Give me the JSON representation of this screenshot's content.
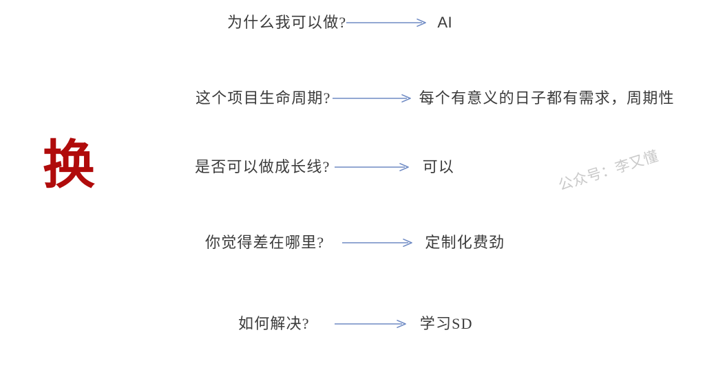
{
  "slide": {
    "background_color": "#ffffff",
    "keyword": {
      "text": "换",
      "color": "#b00b0b"
    },
    "watermark": {
      "text": "公众号：李又懂",
      "color": "#c9c9c9",
      "rotation_deg": -17
    },
    "arrow": {
      "color": "#6e8ac4",
      "icon": "arrow-right-icon"
    },
    "text_color": "#3b3b3b",
    "rows": [
      {
        "id": "row-1",
        "question": "为什么我可以做?",
        "answer": "AI",
        "answer_script": "latin",
        "arrow_length": 118
      },
      {
        "id": "row-2",
        "question": "这个项目生命周期?",
        "answer": "每个有意义的日子都有需求，周期性",
        "answer_script": "han",
        "arrow_length": 116
      },
      {
        "id": "row-3",
        "question": "是否可以做成长线?",
        "answer": "可以",
        "answer_script": "han",
        "arrow_length": 110
      },
      {
        "id": "row-4",
        "question": "你觉得差在哪里?",
        "answer": "定制化费劲",
        "answer_script": "han",
        "arrow_length": 104
      },
      {
        "id": "row-5",
        "question": "如何解决?",
        "answer": "学习SD",
        "answer_script": "mixed",
        "arrow_length": 106
      }
    ]
  }
}
